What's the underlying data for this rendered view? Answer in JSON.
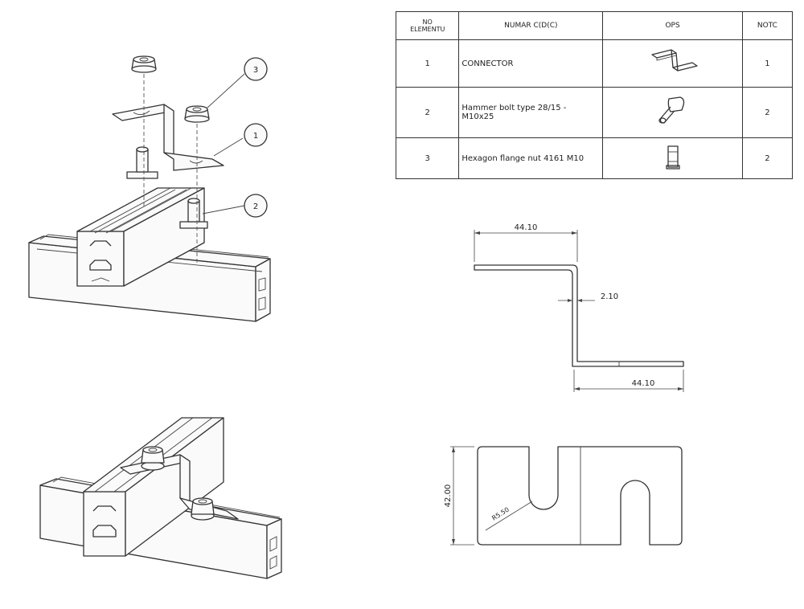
{
  "bom_table": {
    "headers": {
      "no_line1": "NO",
      "no_line2": "ELEMENTU",
      "description": "NUMAR C(D(C)",
      "picture": "OPS",
      "quantity": "NOTC"
    },
    "rows": [
      {
        "no": "1",
        "description": "CONNECTOR",
        "icon": "z-bracket-icon",
        "quantity": "1"
      },
      {
        "no": "2",
        "description": "Hammer bolt type 28/15 - M10x25",
        "icon": "hammer-bolt-icon",
        "quantity": "2"
      },
      {
        "no": "3",
        "description": "Hexagon flange nut 4161 M10",
        "icon": "flange-nut-icon",
        "quantity": "2"
      }
    ]
  },
  "callouts": {
    "c1": "1",
    "c2": "2",
    "c3": "3"
  },
  "dimensions": {
    "side_top_length": "44.10",
    "thickness": "2.10",
    "side_bottom_length": "44.10",
    "plate_height": "42.00",
    "slot_radius": "R5.50"
  }
}
